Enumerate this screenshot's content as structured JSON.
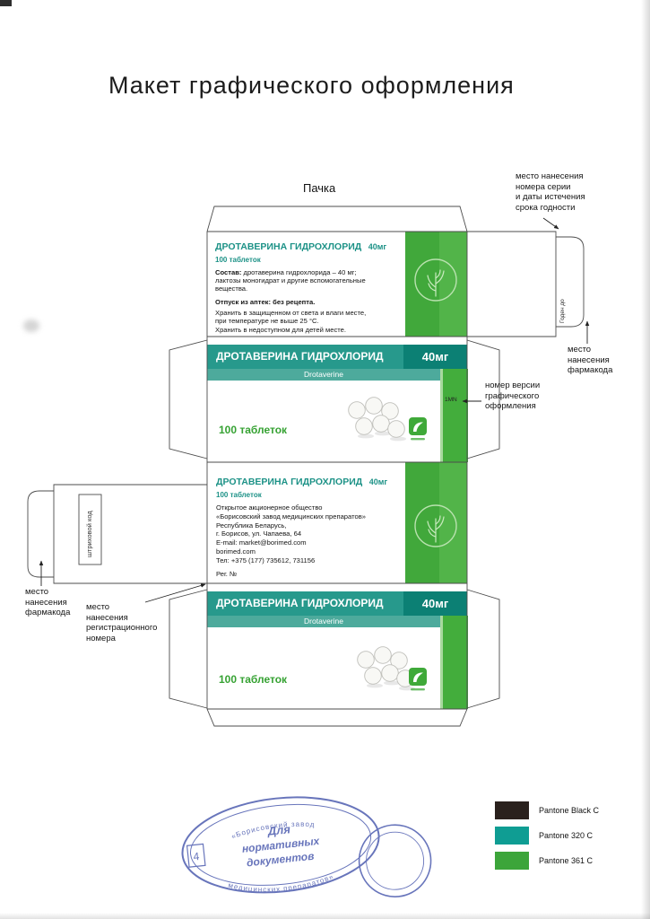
{
  "page": {
    "title": "Макет графического оформления",
    "pack_label": "Пачка"
  },
  "panel_info": {
    "title": "ДРОТАВЕРИНА ГИДРОХЛОРИД",
    "dose": "40мг",
    "count": "100 таблеток",
    "composition_label": "Состав:",
    "composition_text": "дротаверина гидрохлорида – 40 мг; лактозы моногидрат и другие вспомогательные вещества.",
    "dispense": "Отпуск из аптек: без рецепта.",
    "storage1": "Хранить в защищенном от света и влаги месте, при температуре не выше 25 °С.",
    "storage2": "Хранить в недоступном для детей месте."
  },
  "panel_front": {
    "title": "ДРОТАВЕРИНА ГИДРОХЛОРИД",
    "dose": "40мг",
    "latin": "Drotaverine",
    "count": "100 таблеток"
  },
  "panel_address": {
    "title": "ДРОТАВЕРИНА ГИДРОХЛОРИД",
    "dose": "40мг",
    "count": "100 таблеток",
    "lines": [
      "Открытое акционерное общество",
      "«Борисовский завод медицинских препаратов»",
      "Республика Беларусь,",
      "г. Борисов, ул. Чапаева, 64",
      "E-mail: market@borimed.com",
      "borimed.com",
      "Тел: +375 (177) 735612, 731156"
    ],
    "reg": "Рег. №"
  },
  "flaps": {
    "expiry_label": "Годен до",
    "barcode_label": "штриховой код"
  },
  "annotations": {
    "serial": "место нанесения\nномера серии\nи даты истечения\nсрока годности",
    "pharmacode_right": "место\nнанесения\nфармакода",
    "version": "номер версии\nграфического\nоформления",
    "version_code": "1MN",
    "pharmacode_left": "место\nнанесения\nфармакода",
    "reg_number": "место\nнанесения\nрегистрационного\nномера"
  },
  "legend": {
    "items": [
      {
        "name": "Pantone Black C",
        "color": "#2a211d"
      },
      {
        "name": "Pantone 320 C",
        "color": "#0f9d93"
      },
      {
        "name": "Pantone 361 C",
        "color": "#3ca53a"
      }
    ]
  },
  "stamp": {
    "arc_top": "«Борисовский завод",
    "arc_bottom": "медицинских препаратов»",
    "line1": "Для",
    "line2": "нормативных",
    "line3": "документов",
    "number": "4"
  },
  "colors": {
    "teal": "#27998c",
    "teal_dark": "#0c8074",
    "teal_light": "#4daa9c",
    "teal_text": "#1d9287",
    "green": "#43ad3c",
    "green_light": "#a8d99e",
    "green_text": "#36a233",
    "stamp_blue": "#4757ad"
  }
}
